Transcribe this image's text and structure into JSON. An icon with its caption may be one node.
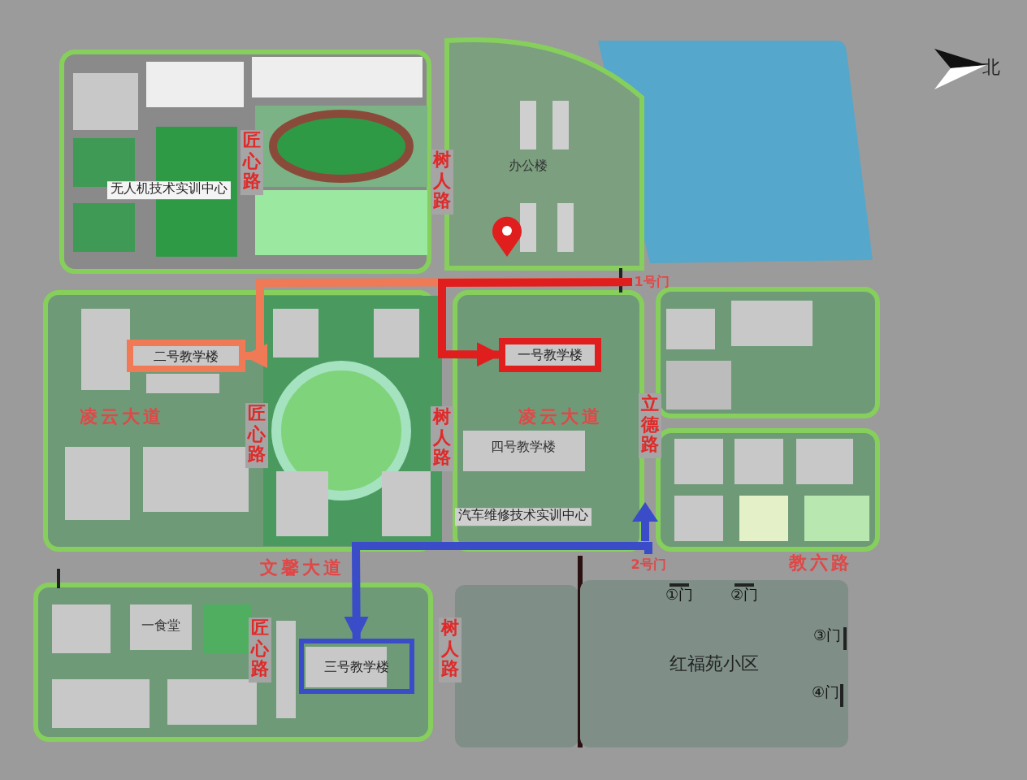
{
  "diagram": {
    "nodes": [
      {
        "text": [
          "1号门"
        ]
      },
      {
        "text": [
          "2号门"
        ]
      },
      {
        "text": [
          "一号教学楼"
        ]
      },
      {
        "text": [
          "二号教学楼"
        ]
      },
      {
        "text": [
          "三号教学楼"
        ]
      },
      {
        "text": [
          "红福苑小区"
        ]
      }
    ],
    "edges": [
      {
        "from": 0,
        "to": 3,
        "arrow": "to",
        "color": "#f07a55"
      },
      {
        "from": 0,
        "to": 2,
        "arrow": "to",
        "color": "#e01e1e"
      },
      {
        "from": 1,
        "to": 4,
        "arrow": "to",
        "color": "#3a4cc8"
      }
    ],
    "labels": [
      "北",
      "无人机技术实训中心",
      "匠心路",
      "树人路",
      "办公楼",
      "凌云大道",
      "匠心路",
      "树人路",
      "凌云大道",
      "四号教学楼",
      "立德路",
      "汽车维修技术实训中心",
      "文馨大道",
      "教六路",
      "①门",
      "②门",
      "一食堂",
      "匠心路",
      "树人路",
      "③门",
      "④门"
    ]
  }
}
